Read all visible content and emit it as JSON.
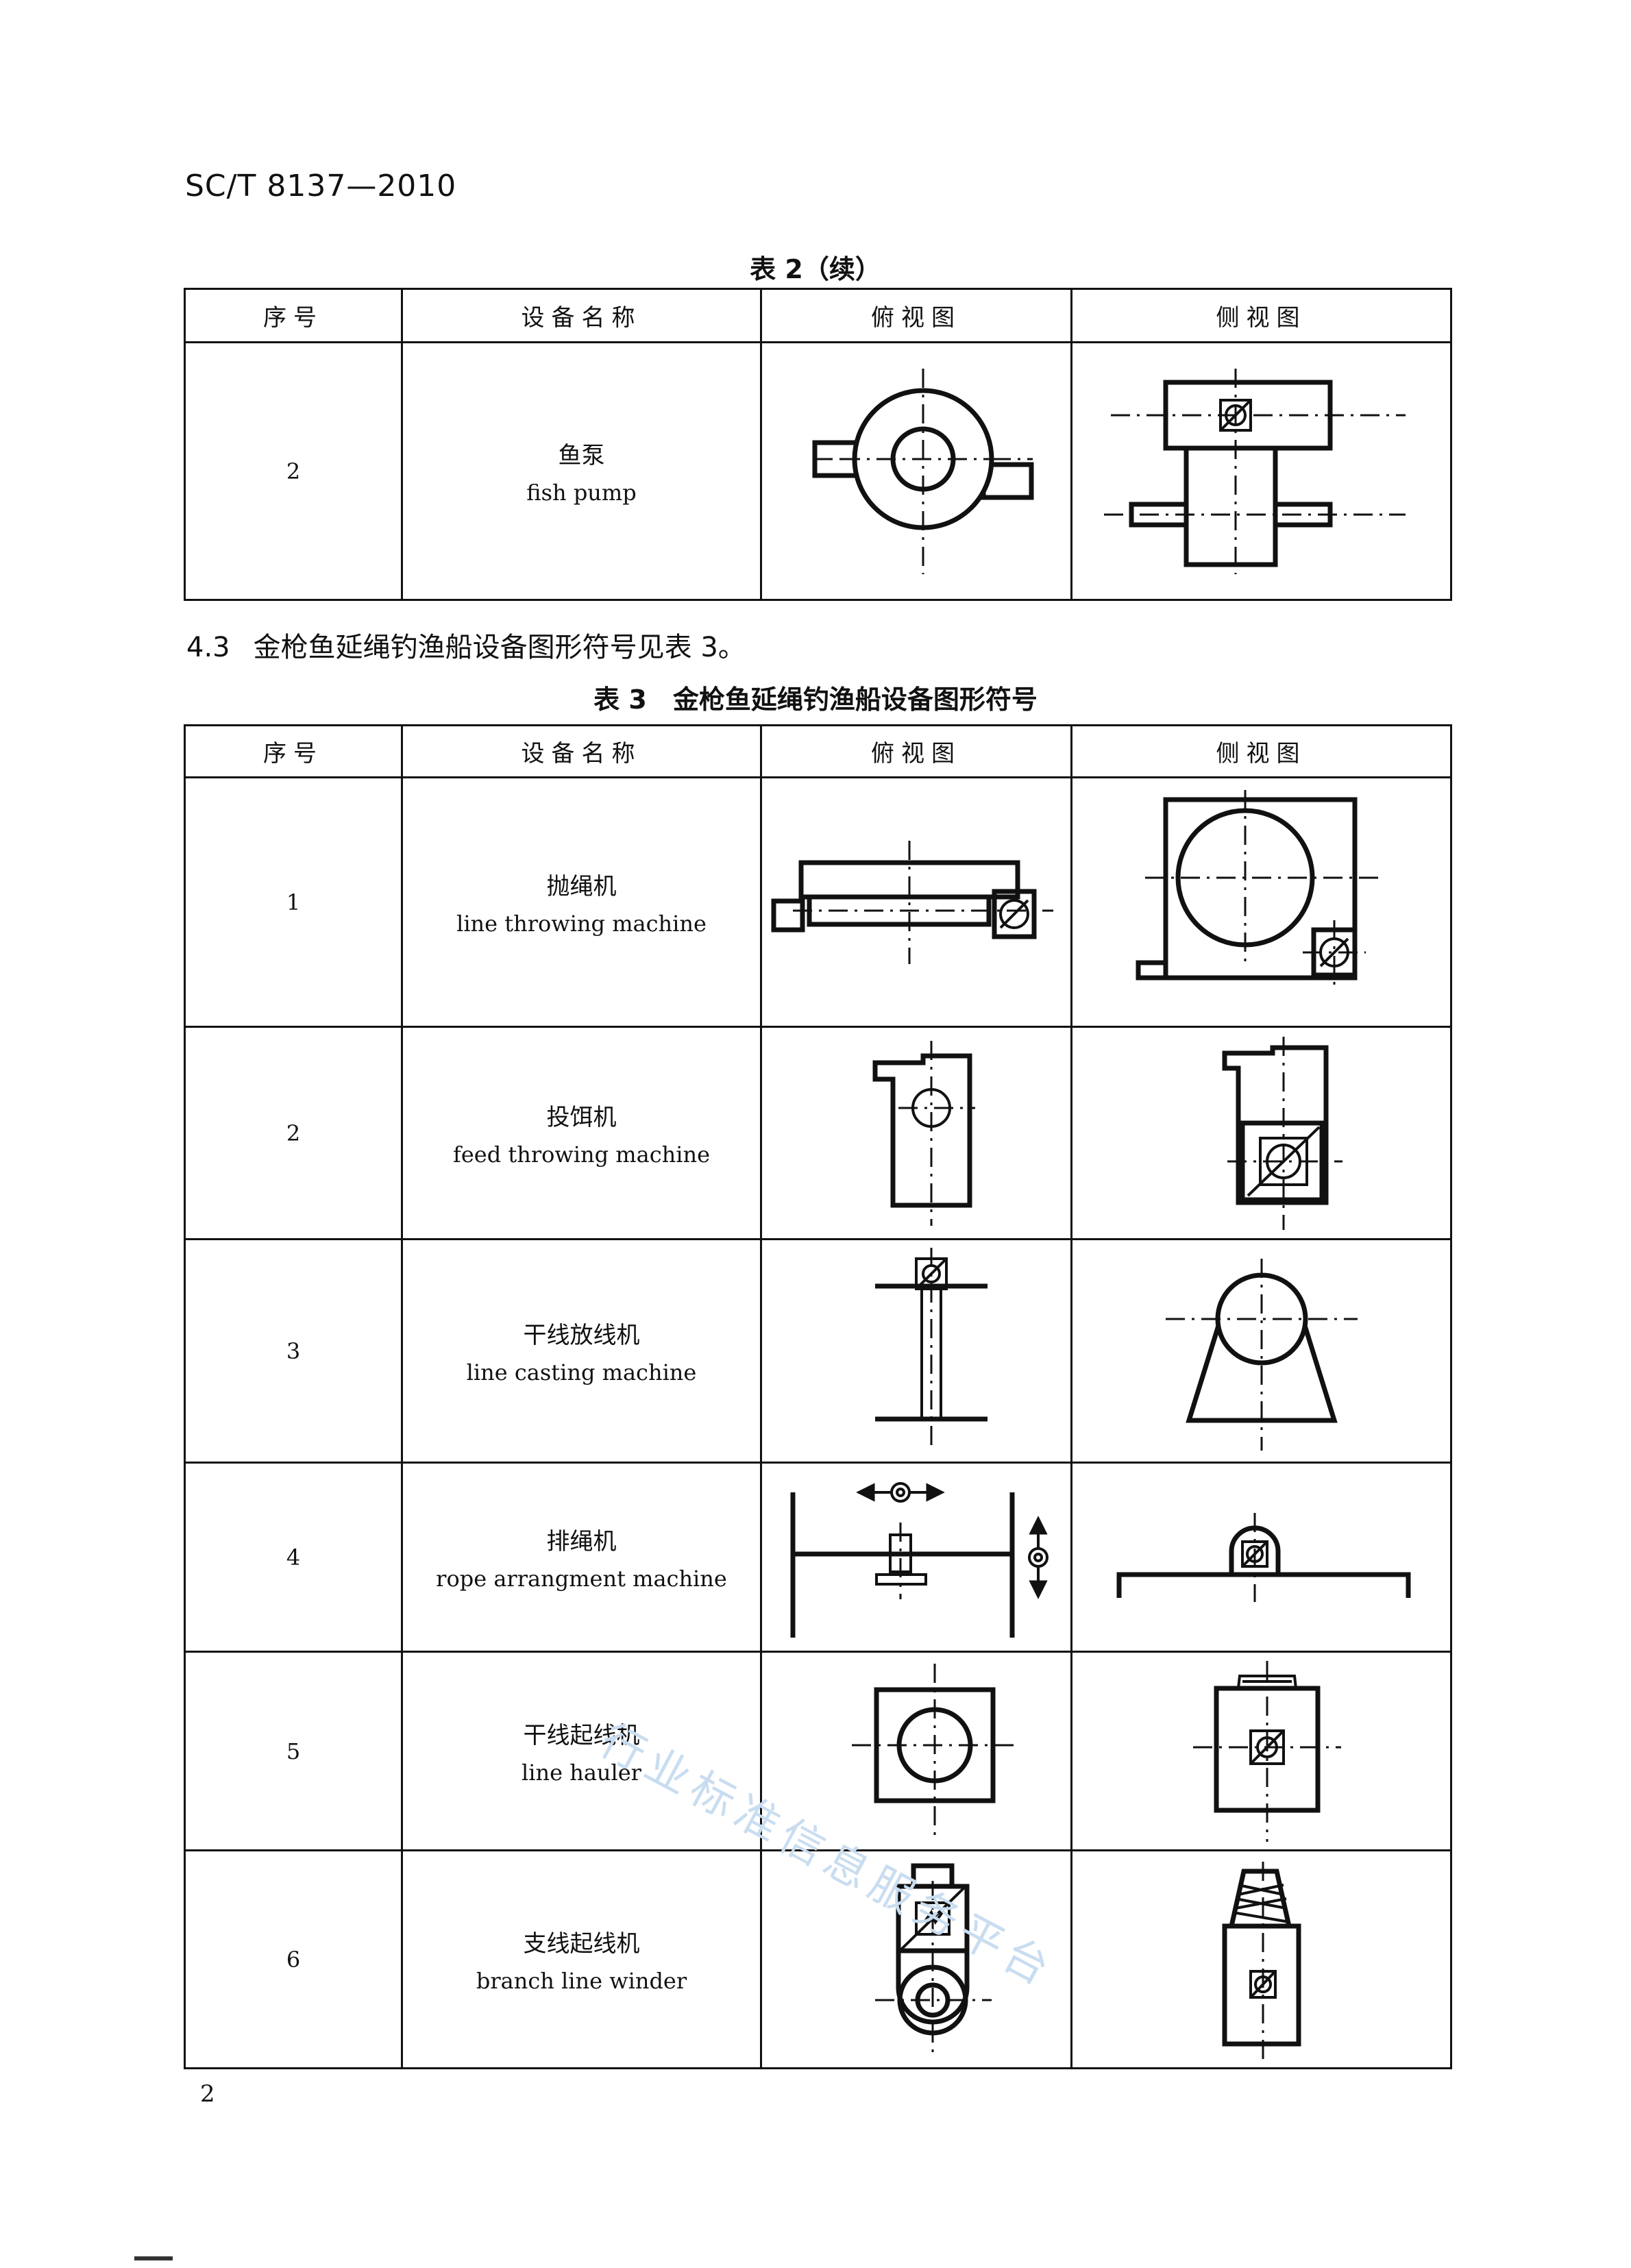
{
  "header": {
    "standard_code": "SC/T 8137—2010"
  },
  "table2": {
    "caption": "表 2（续）",
    "headers": [
      "序号",
      "设备名称",
      "俯视图",
      "侧视图"
    ],
    "rows": [
      {
        "no": "2",
        "name_cn": "鱼泵",
        "name_en": "fish pump",
        "top_icon": "fish-pump-top-view",
        "side_icon": "fish-pump-side-view"
      }
    ]
  },
  "section": {
    "number": "4.3",
    "text": "金枪鱼延绳钓渔船设备图形符号见表 3。"
  },
  "table3": {
    "caption": "表 3　金枪鱼延绳钓渔船设备图形符号",
    "headers": [
      "序号",
      "设备名称",
      "俯视图",
      "侧视图"
    ],
    "rows": [
      {
        "no": "1",
        "name_cn": "抛绳机",
        "name_en": "line throwing machine",
        "top_icon": "line-throwing-top-view",
        "side_icon": "line-throwing-side-view"
      },
      {
        "no": "2",
        "name_cn": "投饵机",
        "name_en": "feed throwing machine",
        "top_icon": "feed-throwing-top-view",
        "side_icon": "feed-throwing-side-view"
      },
      {
        "no": "3",
        "name_cn": "干线放线机",
        "name_en": "line casting machine",
        "top_icon": "line-casting-top-view",
        "side_icon": "line-casting-side-view"
      },
      {
        "no": "4",
        "name_cn": "排绳机",
        "name_en": "rope arrangment machine",
        "top_icon": "rope-arrangement-top-view",
        "side_icon": "rope-arrangement-side-view"
      },
      {
        "no": "5",
        "name_cn": "干线起线机",
        "name_en": "line hauler",
        "top_icon": "line-hauler-top-view",
        "side_icon": "line-hauler-side-view"
      },
      {
        "no": "6",
        "name_cn": "支线起线机",
        "name_en": "branch line winder",
        "top_icon": "branch-winder-top-view",
        "side_icon": "branch-winder-side-view"
      }
    ]
  },
  "watermark": "行业标准信息服务平台",
  "page_number": "2"
}
